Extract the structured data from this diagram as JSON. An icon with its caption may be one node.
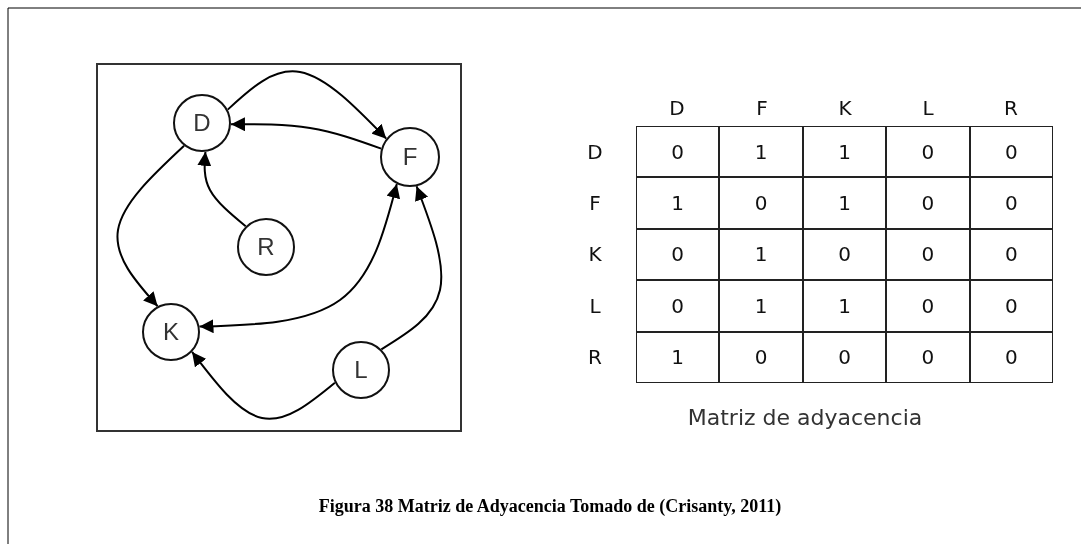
{
  "diagram": {
    "caption": "Figura 38 Matriz de Adyacencia Tomado de (Crisanty, 2011)",
    "nodes": [
      {
        "text": [],
        "shape": "box"
      },
      {
        "text": [
          "D"
        ],
        "in": 0
      },
      {
        "text": [
          "F"
        ],
        "in": 0
      },
      {
        "text": [
          "R"
        ],
        "in": 0
      },
      {
        "text": [
          "K"
        ],
        "in": 0
      },
      {
        "text": [
          "L"
        ],
        "in": 0
      }
    ],
    "edges": [
      {
        "from": 1,
        "to": 2,
        "arrow": "to"
      },
      {
        "from": 2,
        "to": 1,
        "arrow": "to"
      },
      {
        "from": 3,
        "to": 1,
        "arrow": "to"
      },
      {
        "from": 1,
        "to": 4,
        "arrow": "to"
      },
      {
        "from": 4,
        "to": 2,
        "arrow": "both"
      },
      {
        "from": 5,
        "to": 4,
        "arrow": "to"
      },
      {
        "from": 5,
        "to": 2,
        "arrow": "to"
      }
    ],
    "labels": [
      "D",
      "F",
      "K",
      "L",
      "R",
      "D",
      "0",
      "1",
      "1",
      "0",
      "0",
      "F",
      "1",
      "0",
      "1",
      "0",
      "0",
      "K",
      "0",
      "1",
      "0",
      "0",
      "0",
      "L",
      "0",
      "1",
      "1",
      "0",
      "0",
      "R",
      "1",
      "0",
      "0",
      "0",
      "0",
      "Matriz de adyacencia"
    ]
  }
}
